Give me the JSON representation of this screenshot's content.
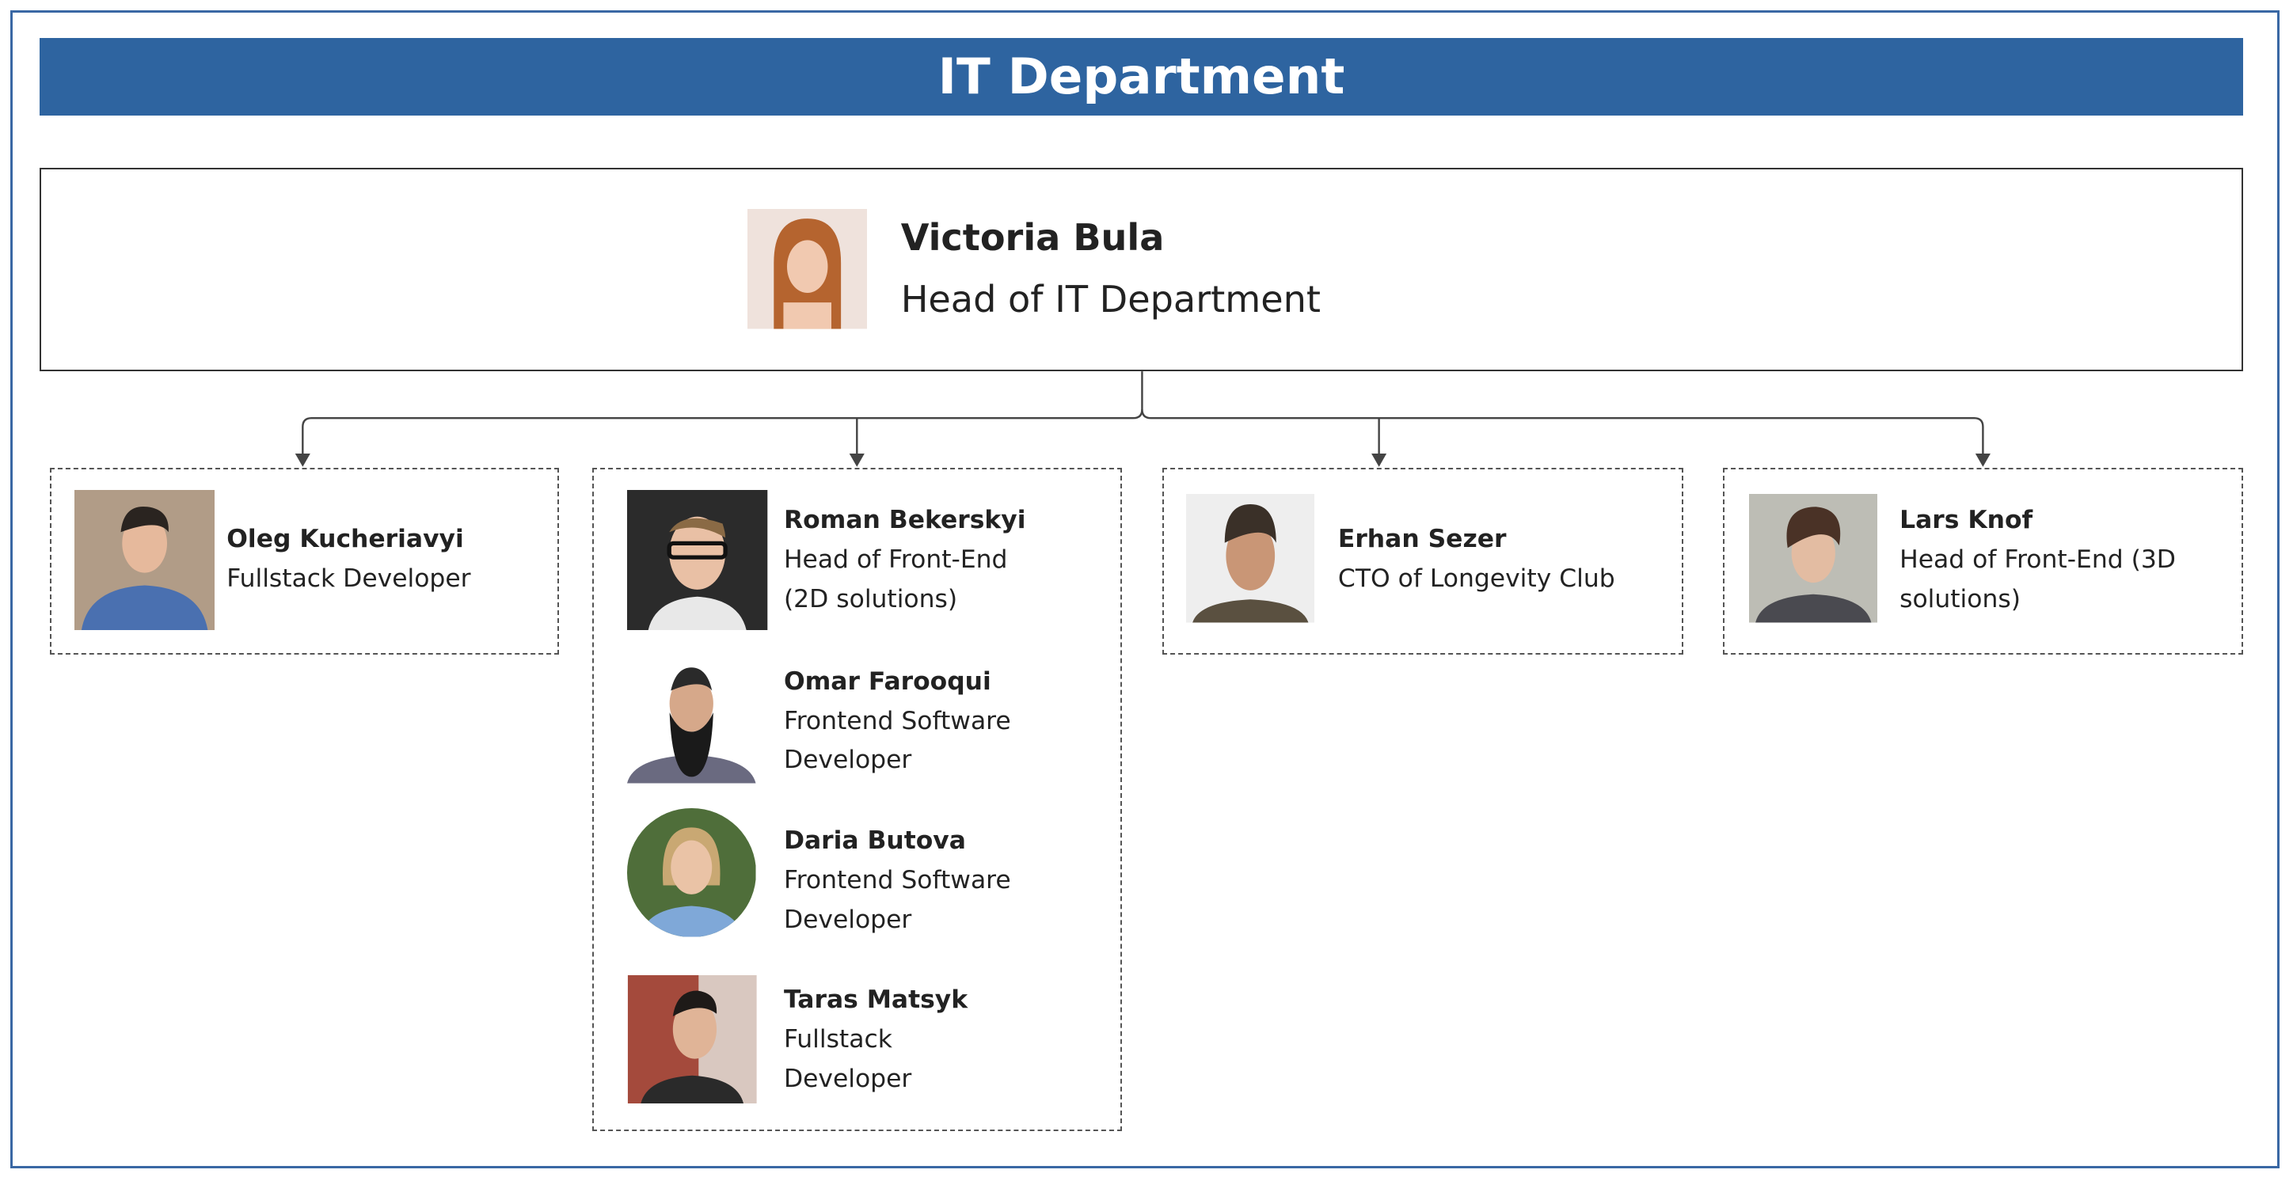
{
  "title": "IT Department",
  "head": {
    "name": "Victoria Bula",
    "role": "Head of IT Department"
  },
  "groups": [
    {
      "members": [
        {
          "name": "Oleg Kucheriavyi",
          "role": "Fullstack Developer"
        }
      ]
    },
    {
      "members": [
        {
          "name": "Roman Bekerskyi",
          "role": "Head of Front-End (2D solutions)"
        },
        {
          "name": "Omar Farooqui",
          "role": "Frontend Software Developer"
        },
        {
          "name": "Daria Butova",
          "role": "Frontend Software Developer"
        },
        {
          "name": "Taras Matsyk",
          "role": "Fullstack Developer"
        }
      ]
    },
    {
      "members": [
        {
          "name": "Erhan Sezer",
          "role": "CTO of Longevity Club"
        }
      ]
    },
    {
      "members": [
        {
          "name": "Lars Knof",
          "role": "Head of Front-End (3D solutions)"
        }
      ]
    }
  ],
  "colors": {
    "header": "#2e64a0",
    "frame": "#3a68a4"
  }
}
